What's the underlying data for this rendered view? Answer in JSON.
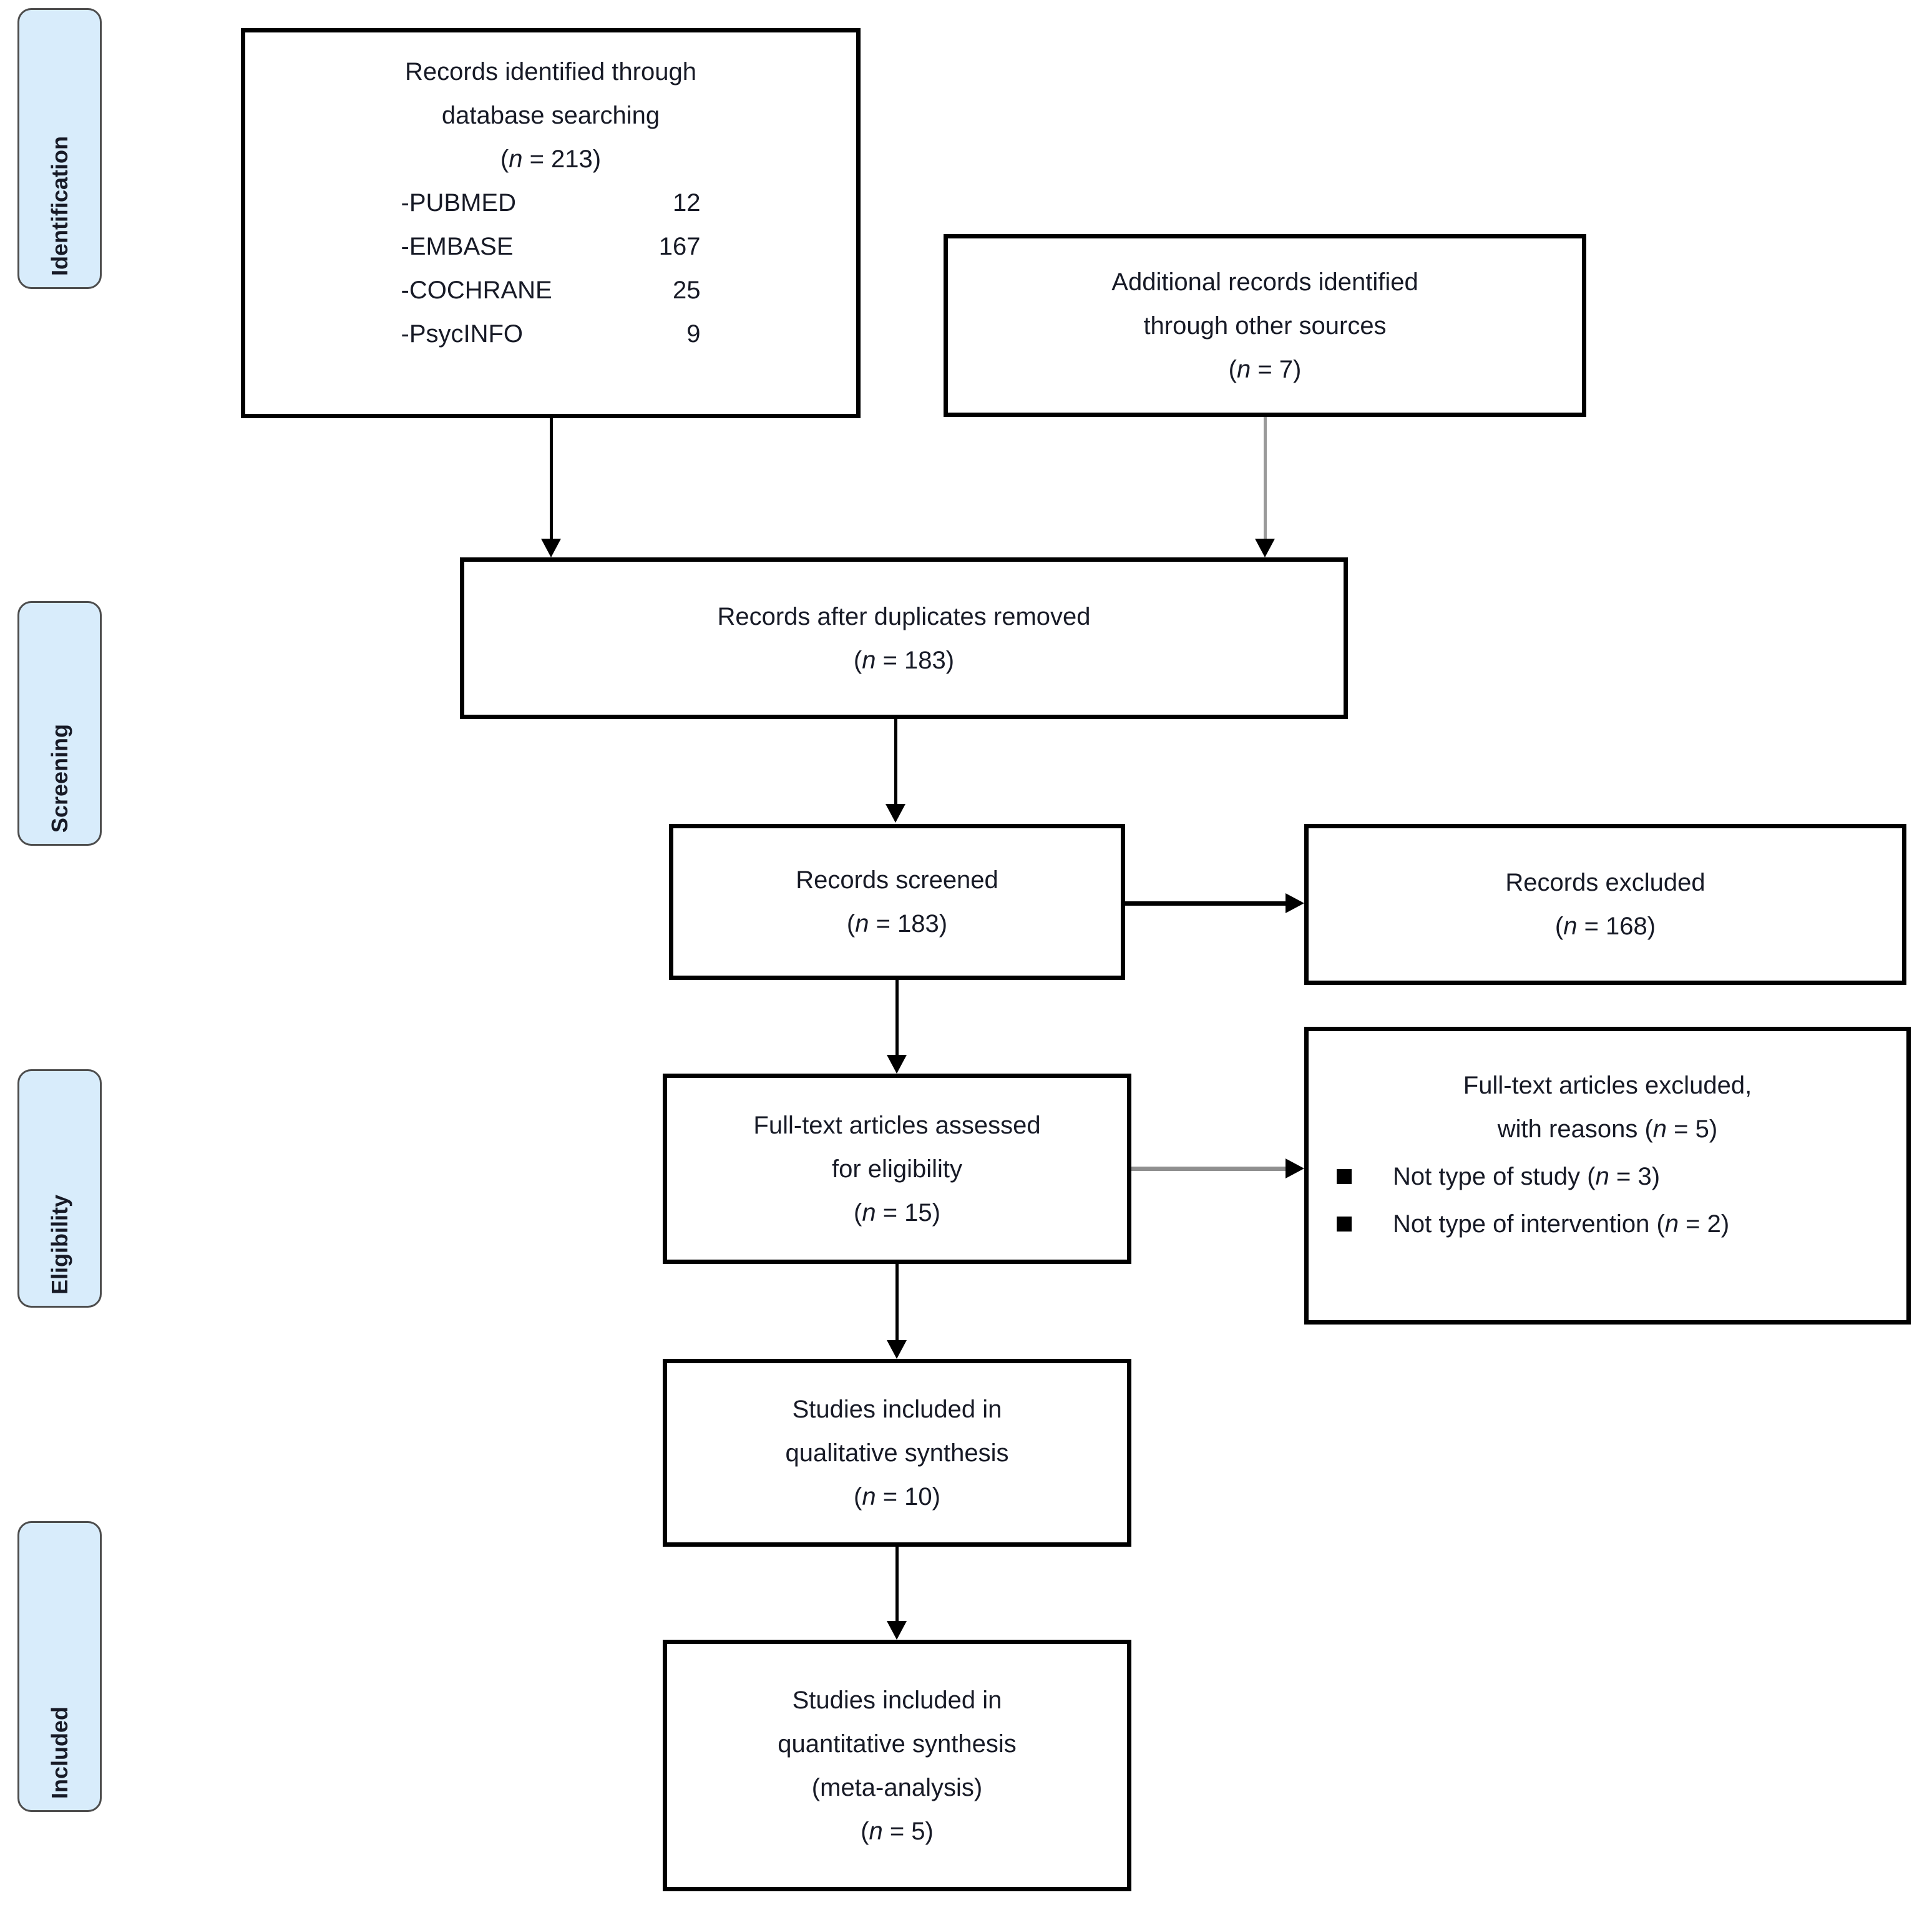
{
  "colors": {
    "pill_fill": "#d8ecfb",
    "pill_border": "#4d4d4d",
    "box_border": "#000000",
    "arrow_black": "#000000",
    "arrow_gray": "#9a9a9a",
    "text": "#171a26"
  },
  "sidebar": {
    "labels": [
      "Identification",
      "Screening",
      "Eligibility",
      "Included"
    ]
  },
  "boxes": {
    "identified": {
      "line1": "Records identified through",
      "line2": "database searching",
      "n": 213,
      "sources": [
        {
          "name": "-PUBMED",
          "count": 12
        },
        {
          "name": "-EMBASE",
          "count": 167
        },
        {
          "name": "-COCHRANE",
          "count": 25
        },
        {
          "name": "-PsycINFO",
          "count": 9
        }
      ]
    },
    "additional": {
      "line1": "Additional records identified",
      "line2": "through other sources",
      "n": 7
    },
    "deduplicated": {
      "line1": "Records after duplicates removed",
      "n": 183
    },
    "screened": {
      "line1": "Records screened",
      "n": 183
    },
    "excluded": {
      "line1": "Records excluded",
      "n": 168
    },
    "fulltext": {
      "line1": "Full-text articles assessed",
      "line2": "for eligibility",
      "n": 15
    },
    "fulltext_excluded": {
      "line1": "Full-text articles excluded,",
      "line2_prefix": "with reasons",
      "n": 5,
      "reasons": [
        {
          "text": "Not type of study",
          "n": 3
        },
        {
          "text": "Not type of intervention",
          "n": 2
        }
      ]
    },
    "qualitative": {
      "line1": "Studies included in",
      "line2": "qualitative synthesis",
      "n": 10
    },
    "quantitative": {
      "line1": "Studies included in",
      "line2": "quantitative synthesis",
      "line3": "(meta-analysis)",
      "n": 5
    }
  }
}
